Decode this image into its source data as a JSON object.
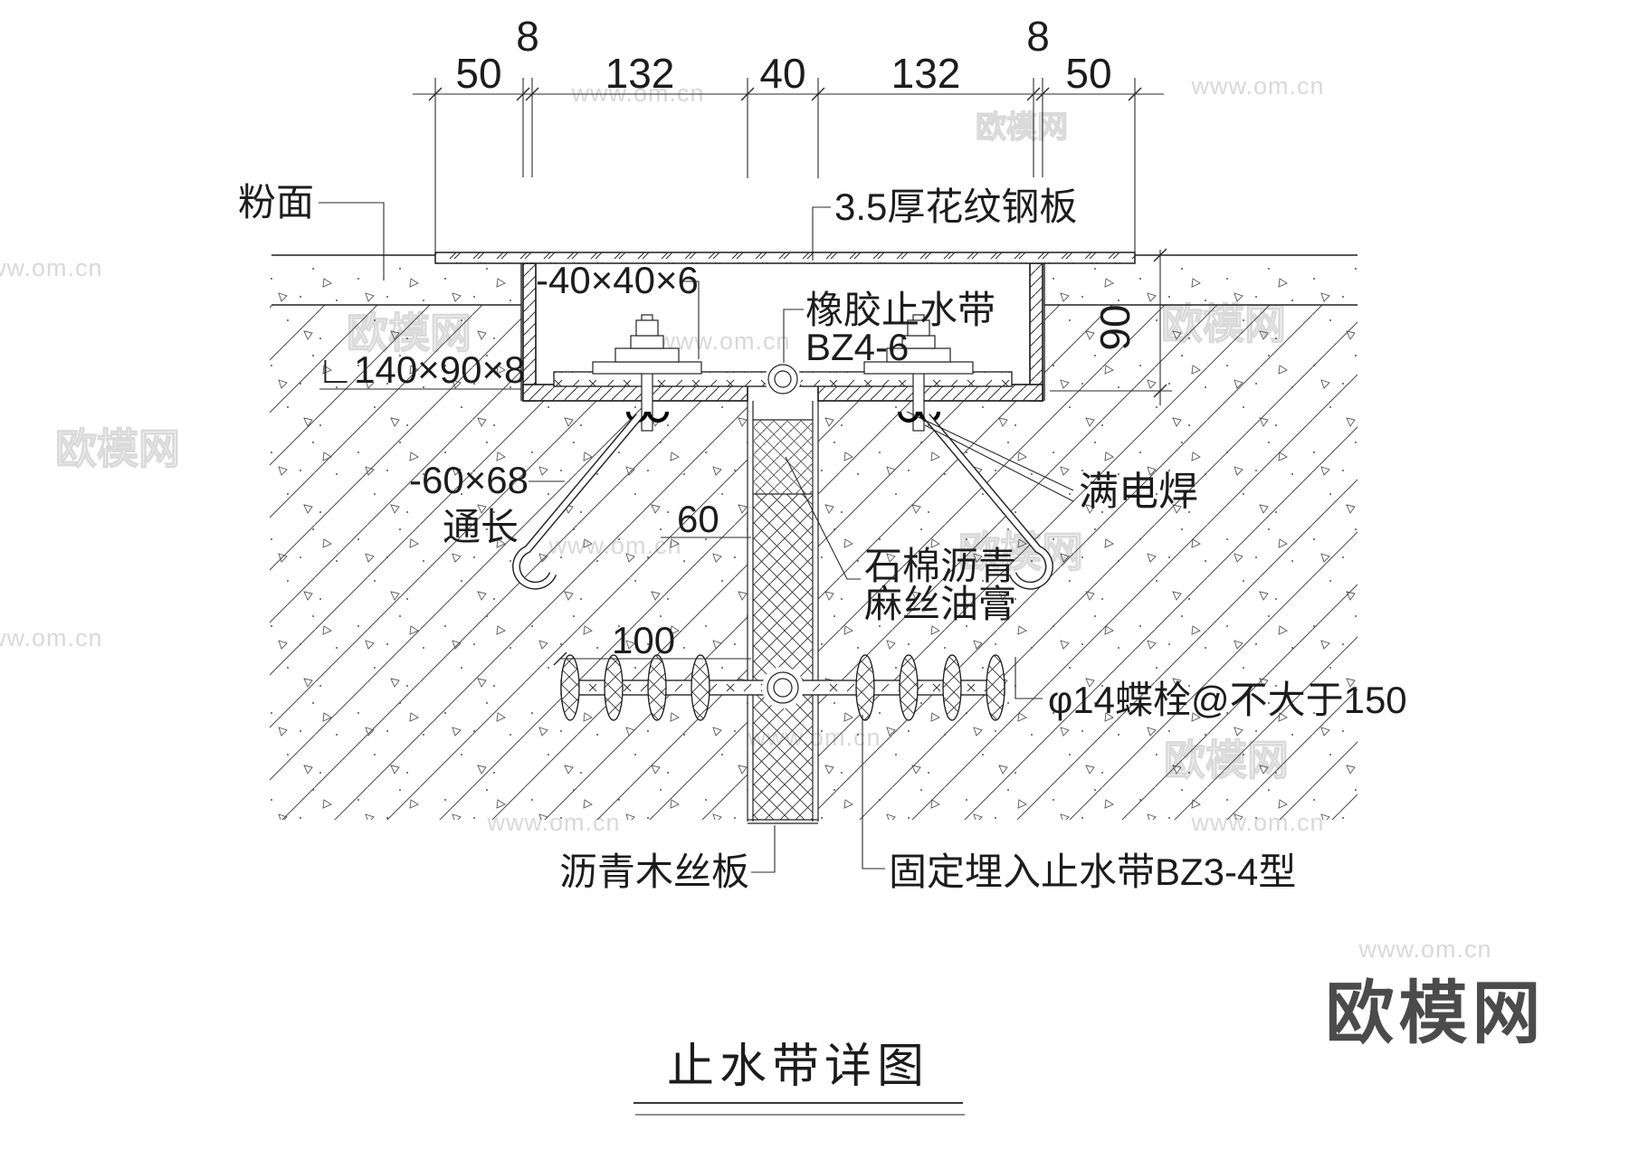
{
  "drawing": {
    "title": "止水带详图",
    "labels": {
      "plaster": "粉面",
      "checkered_plate": "3.5厚花纹钢板",
      "rubber_waterstop_line1": "橡胶止水带",
      "rubber_waterstop_line2": "BZ4-6",
      "flat_bar_40": "-40×40×6",
      "angle_140": "∟140×90×8",
      "flat_bar_60_line1": "-60×68",
      "flat_bar_60_line2": "通长",
      "full_weld": "满电焊",
      "oakum_line1": "石棉沥青",
      "oakum_line2": "麻丝油膏",
      "butterfly_bolt": "φ14蝶栓@不大于150",
      "asphalt_wood_board": "沥青木丝板",
      "embedded_waterstop": "固定埋入止水带BZ3-4型"
    },
    "dimensions": {
      "top_chain": [
        "50",
        "8",
        "132",
        "40",
        "132",
        "8",
        "50"
      ],
      "recess_depth": "90",
      "gap_upper": "60",
      "gap_lower": "100"
    }
  },
  "watermark": {
    "site": "www.om.cn",
    "brand": "欧模网"
  },
  "logo": {
    "brand": "欧模网"
  },
  "colors": {
    "line": "#1f1f1f",
    "watermark": "#d9d9d9",
    "logo": "#4b4b4b",
    "background": "#ffffff"
  }
}
